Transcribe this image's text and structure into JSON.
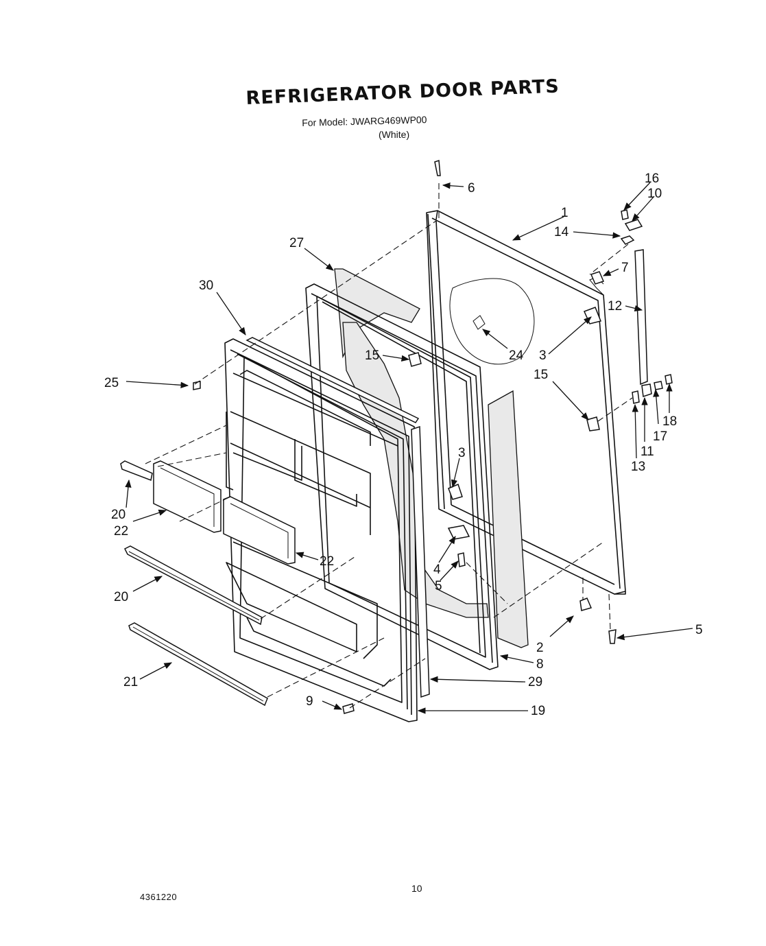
{
  "title": "REFRIGERATOR DOOR PARTS",
  "model_line": "For Model: JWARG469WP00",
  "color_line": "(White)",
  "page_number": "10",
  "document_number": "4361220",
  "callouts": {
    "c1": "1",
    "c2": "2",
    "c3a": "3",
    "c3b": "3",
    "c4": "4",
    "c5a": "5",
    "c5b": "5",
    "c6": "6",
    "c7": "7",
    "c8": "8",
    "c9": "9",
    "c10": "10",
    "c11": "11",
    "c12": "12",
    "c13": "13",
    "c14": "14",
    "c15a": "15",
    "c15b": "15",
    "c16": "16",
    "c17": "17",
    "c18": "18",
    "c19": "19",
    "c20a": "20",
    "c20b": "20",
    "c21": "21",
    "c22a": "22",
    "c22b": "22",
    "c24": "24",
    "c25": "25",
    "c27": "27",
    "c29": "29",
    "c30": "30"
  }
}
